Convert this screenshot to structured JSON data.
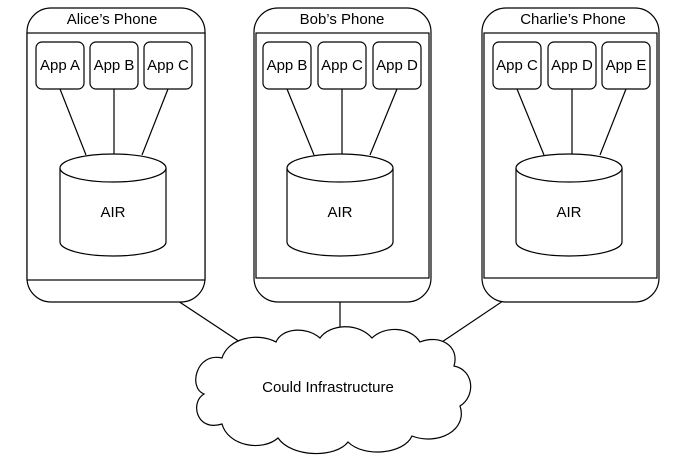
{
  "phones": [
    {
      "title": "Alice’s Phone",
      "apps": [
        "App A",
        "App B",
        "App C"
      ],
      "store": "AIR"
    },
    {
      "title": "Bob’s Phone",
      "apps": [
        "App B",
        "App C",
        "App D"
      ],
      "store": "AIR"
    },
    {
      "title": "Charlie’s Phone",
      "apps": [
        "App C",
        "App D",
        "App E"
      ],
      "store": "AIR"
    }
  ],
  "cloud": {
    "label": "Could Infrastructure"
  }
}
